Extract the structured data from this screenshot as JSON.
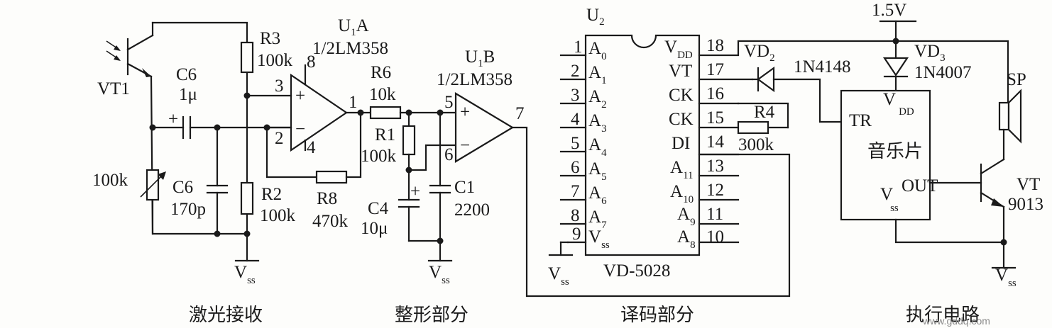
{
  "labels": {
    "vt1": "VT1",
    "c6_series_name": "C6",
    "c6_series_value": "1μ",
    "pot_value": "100k",
    "c6_shunt_name": "C6",
    "c6_shunt_value": "170p",
    "r3_name": "R3",
    "r3_value": "100k",
    "r2_name": "R2",
    "r2_value": "100k",
    "u1a_main": "U",
    "u1a_sub": "1",
    "u1a_suffix": "A",
    "u1a_part": "1/2LM358",
    "r6_name": "R6",
    "r6_value": "10k",
    "r8_name": "R8",
    "r8_value": "470k",
    "r1_name": "R1",
    "r1_value": "100k",
    "c4_name": "C4",
    "c4_value": "10μ",
    "c1_name": "C1",
    "c1_value": "2200",
    "u1b_main": "U",
    "u1b_sub": "1",
    "u1b_suffix": "B",
    "u1b_part": "1/2LM358",
    "vss_main": "V",
    "vss_sub": "ss",
    "r4_name": "R4",
    "r4_value": "300k"
  },
  "pins": {
    "p1": "1",
    "p2": "2",
    "p3": "3",
    "p4": "4",
    "p5": "5",
    "p6": "6",
    "p7": "7",
    "p8": "8"
  },
  "decoder": {
    "u2_main": "U",
    "u2_sub": "2",
    "part": "VD-5028",
    "left": [
      {
        "num": "1",
        "name": "A",
        "sub": "0"
      },
      {
        "num": "2",
        "name": "A",
        "sub": "1"
      },
      {
        "num": "3",
        "name": "A",
        "sub": "2"
      },
      {
        "num": "4",
        "name": "A",
        "sub": "3"
      },
      {
        "num": "5",
        "name": "A",
        "sub": "4"
      },
      {
        "num": "6",
        "name": "A",
        "sub": "5"
      },
      {
        "num": "7",
        "name": "A",
        "sub": "6"
      },
      {
        "num": "8",
        "name": "A",
        "sub": "7"
      },
      {
        "num": "9",
        "name": "V",
        "sub": "ss"
      }
    ],
    "right": [
      {
        "num": "18",
        "name": "V",
        "sub": "DD"
      },
      {
        "num": "17",
        "name": "VT",
        "sub": ""
      },
      {
        "num": "16",
        "name": "CK",
        "sub": ""
      },
      {
        "num": "15",
        "name": "CK",
        "sub": ""
      },
      {
        "num": "14",
        "name": "DI",
        "sub": ""
      },
      {
        "num": "13",
        "name": "A",
        "sub": "11"
      },
      {
        "num": "12",
        "name": "A",
        "sub": "10"
      },
      {
        "num": "11",
        "name": "A",
        "sub": "9"
      },
      {
        "num": "10",
        "name": "A",
        "sub": "8"
      }
    ]
  },
  "output": {
    "supply": "1.5V",
    "vd2_main": "VD",
    "vd2_sub": "2",
    "vd2_part": "1N4148",
    "vd3_main": "VD",
    "vd3_sub": "3",
    "vd3_part": "1N4007",
    "vdd_main": "V",
    "vdd_sub": "DD",
    "tr": "TR",
    "chip": "音乐片",
    "out": "OUT",
    "vss_main": "V",
    "vss_sub": "ss",
    "sp": "SP",
    "vt": "VT",
    "vt_part": "9013"
  },
  "sections": [
    "激光接收",
    "整形部分",
    "译码部分",
    "执行电路"
  ],
  "watermark": "www.gddq.com"
}
